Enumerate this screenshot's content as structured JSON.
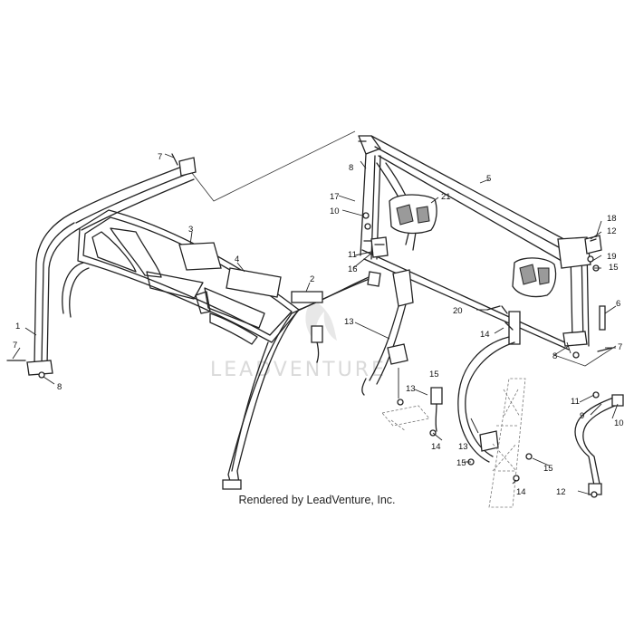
{
  "watermark": "LEADVENTURE",
  "footer": {
    "rendered_by": "Rendered by LeadVenture, Inc."
  },
  "callouts": [
    "1",
    "2",
    "3",
    "4",
    "5",
    "6",
    "7",
    "8",
    "9",
    "10",
    "11",
    "12",
    "13",
    "14",
    "15",
    "16",
    "17",
    "18",
    "19",
    "20",
    "21"
  ]
}
